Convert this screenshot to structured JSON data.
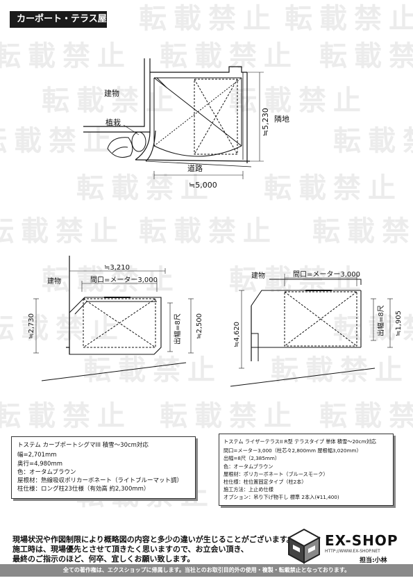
{
  "title": "カーポート・テラス屋根",
  "watermark": "転載禁止",
  "plan": {
    "building": "建物",
    "planting": "植栽",
    "neighbor": "隣地",
    "road": "道路",
    "depth": "≒5,230",
    "width": "≒5,000"
  },
  "carport_elevation": {
    "building": "建物",
    "width_total": "≒3,210",
    "frontage": "間口=メーター3,000",
    "height_left": "≒2,730",
    "overhang": "出幅=8尺",
    "height_right": "≒2,500"
  },
  "terrace_elevation": {
    "building": "建物",
    "frontage": "間口=メーター3,000",
    "height_left": "≒4,620",
    "overhang": "出幅=8尺",
    "height_right": "≒1,905"
  },
  "carport_spec": {
    "title": "トステム カーブポートシグマIII 積雪～30cm対応",
    "lines": [
      "幅=2,701mm",
      "奥行=4,980mm",
      "色：オータムブラウン",
      "屋根材：熱線吸収ポリカーボネート（ライトブルーマット調）",
      "柱仕様：ロング柱23仕様（有効高 約2,300mm）"
    ]
  },
  "terrace_spec": {
    "title": "トステム ライザーテラスII R型 テラスタイプ 単体 積雪～20cm対応",
    "lines": [
      "間口=メーター3,000（柱芯々2,800mm 屋根幅3,020mm）",
      "出幅=8尺（2,385mm）",
      "色：オータムブラウン",
      "屋根材：ポリカーボネート（ブルースモーク）",
      "柱仕様：柱位置固定タイプ（柱2本）",
      "施工方法：上止め仕様",
      "オプション：吊り下げ物干し 標準 2本入(¥11,400)"
    ]
  },
  "notice": [
    "現場状況や作図制限により概略図の内容と多少の違いが生じることがございます。",
    "施工時は、現場優先とさせて頂きたく思いますので、お立会い頂き、",
    "最終のご指示のほど、何卒、宜しくお願い致します。"
  ],
  "brand": {
    "name": "EX-SHOP",
    "url": "HTTP://WWW.EX-SHOP.NET",
    "tanto": "担当:小林"
  },
  "footer": "全ての著作権は、エクスショップに帰属します。当社とのお取引目的外の使用・複製・転載禁止となっております。"
}
